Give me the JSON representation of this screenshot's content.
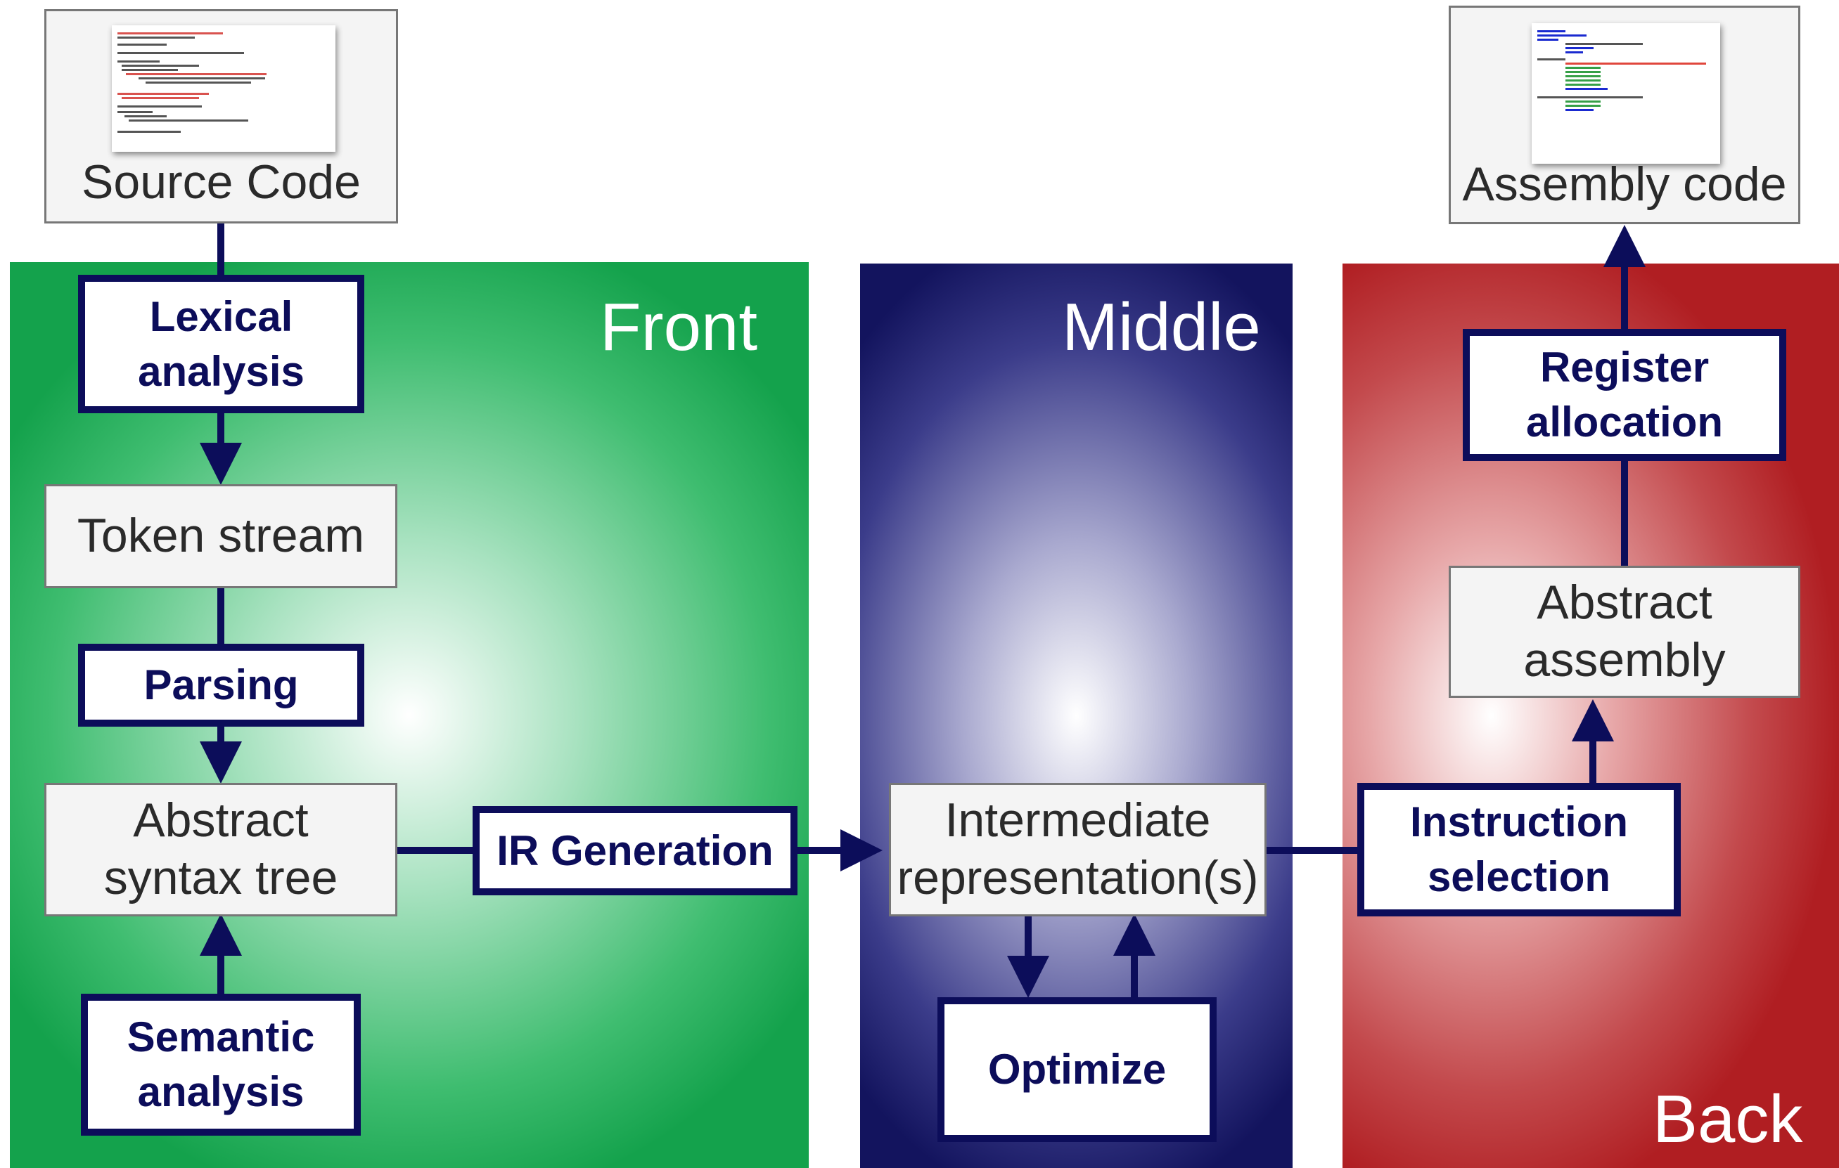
{
  "panels": {
    "front": "Front",
    "middle": "Middle",
    "back": "Back"
  },
  "nodes": {
    "source_code": "Source Code",
    "lexical": [
      "Lexical",
      "analysis"
    ],
    "token_stream": "Token stream",
    "parsing": "Parsing",
    "ast": [
      "Abstract",
      "syntax tree"
    ],
    "semantic": [
      "Semantic",
      "analysis"
    ],
    "ir_generation": "IR Generation",
    "ir": [
      "Intermediate",
      "representation(s)"
    ],
    "optimize": "Optimize",
    "instruction_selection": [
      "Instruction",
      "selection"
    ],
    "abstract_assembly": [
      "Abstract",
      "assembly"
    ],
    "register_allocation": [
      "Register",
      "allocation"
    ],
    "assembly_code": "Assembly code"
  },
  "colors": {
    "front": "#14a24c",
    "middle": "#13145e",
    "back": "#b01e22",
    "stroke": "#0c0d5a"
  }
}
